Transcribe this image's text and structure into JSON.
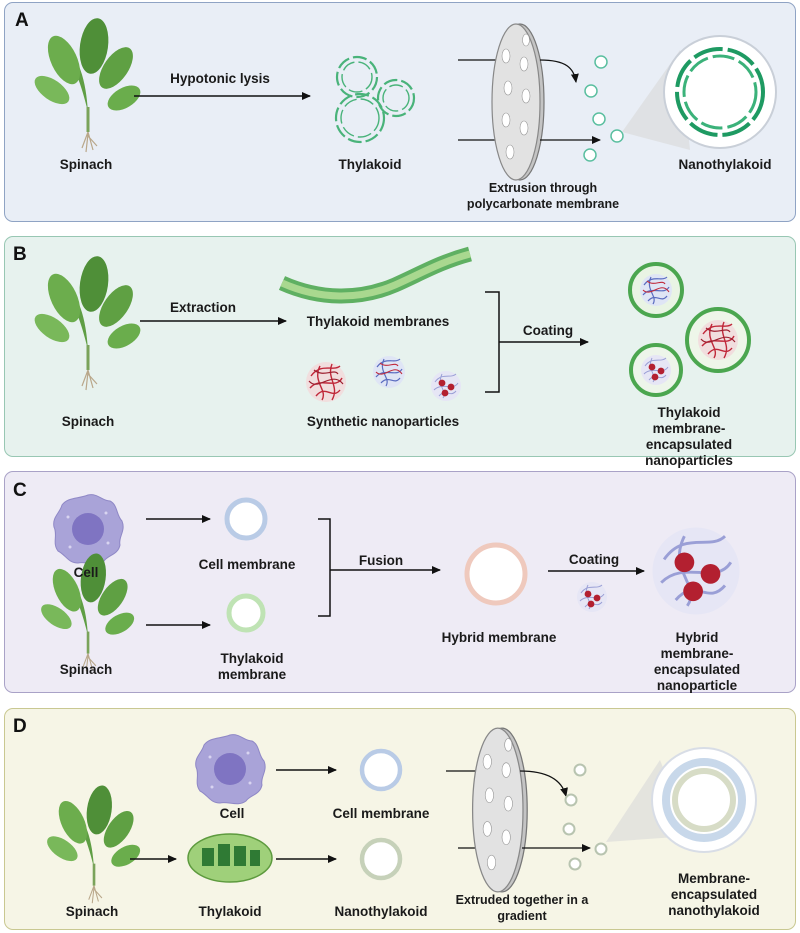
{
  "colors": {
    "panel_a_bg": "#e9eef6",
    "panel_a_border": "#8fa3c4",
    "panel_b_bg": "#e7f2ee",
    "panel_b_border": "#98c7b3",
    "panel_c_bg": "#eeebf5",
    "panel_c_border": "#a9a2c7",
    "panel_d_bg": "#f6f5e6",
    "panel_d_border": "#c9c891"
  },
  "panel_a": {
    "letter": "A",
    "spinach": "Spinach",
    "arrow": "Hypotonic lysis",
    "thylakoid": "Thylakoid",
    "extrusion": "Extrusion through\npolycarbonate membrane",
    "result": "Nanothylakoid"
  },
  "panel_b": {
    "letter": "B",
    "spinach": "Spinach",
    "arrow": "Extraction",
    "membranes": "Thylakoid membranes",
    "nanoparticles": "Synthetic nanoparticles",
    "coating": "Coating",
    "result": "Thylakoid membrane-\nencapsulated nanoparticles"
  },
  "panel_c": {
    "letter": "C",
    "cell": "Cell",
    "spinach": "Spinach",
    "cell_membrane": "Cell membrane",
    "thylakoid_membrane": "Thylakoid\nmembrane",
    "fusion": "Fusion",
    "hybrid": "Hybrid membrane",
    "coating": "Coating",
    "result": "Hybrid membrane-\nencapsulated\nnanoparticle"
  },
  "panel_d": {
    "letter": "D",
    "cell": "Cell",
    "spinach": "Spinach",
    "thylakoid": "Thylakoid",
    "cell_membrane": "Cell membrane",
    "nanothylakoid": "Nanothylakoid",
    "extruded": "Extruded together in a\ngradient",
    "result": "Membrane-\nencapsulated\nnanothylakoid"
  }
}
